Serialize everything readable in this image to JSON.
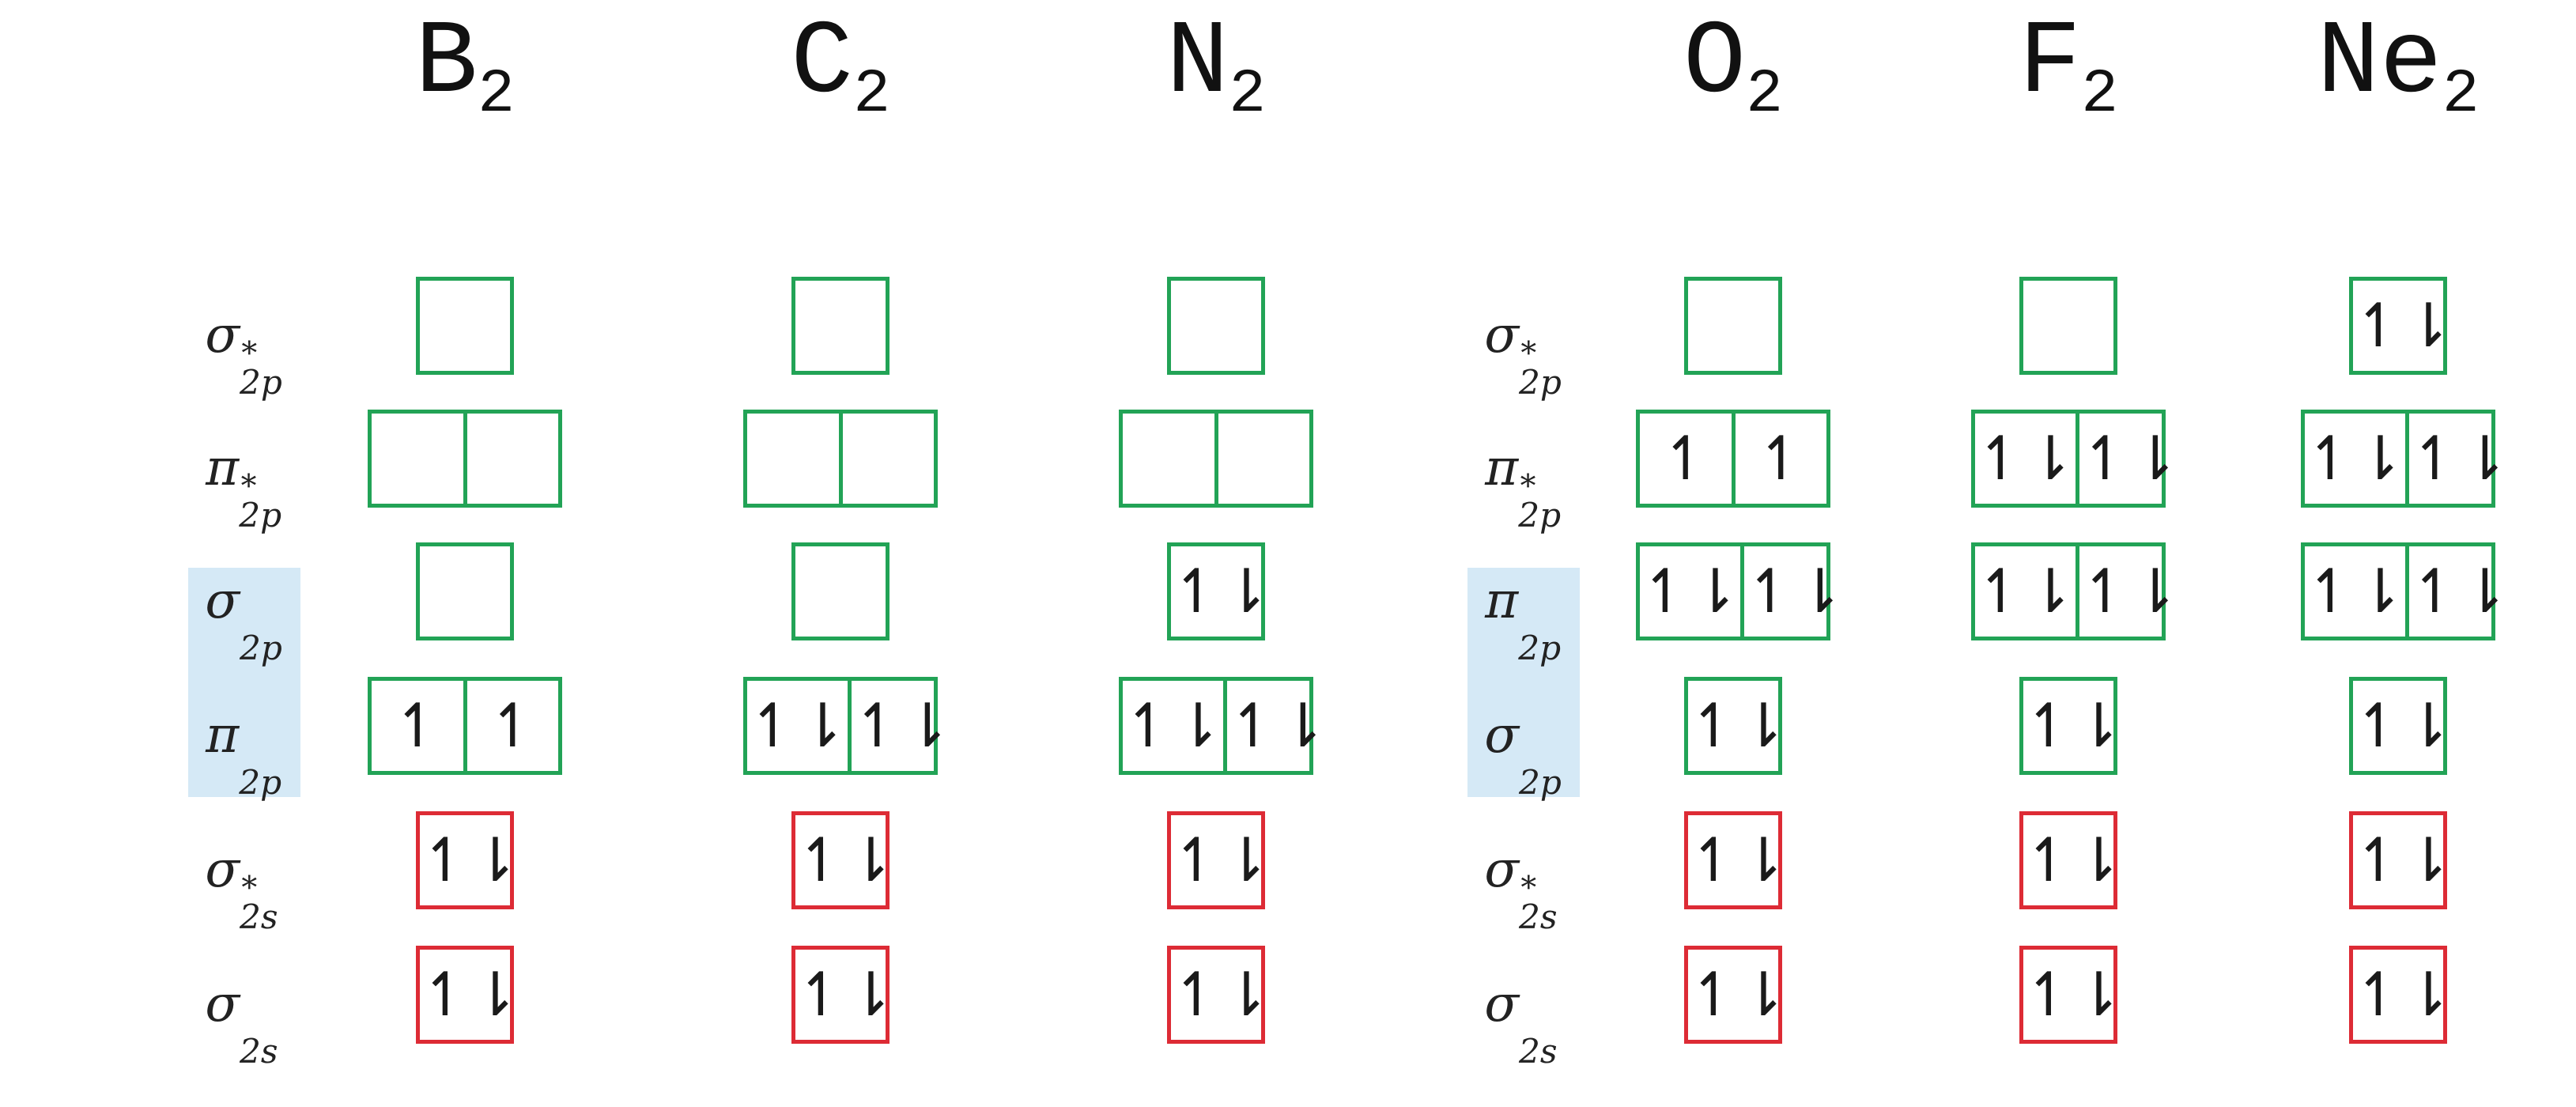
{
  "molecules_left": [
    {
      "symbol": "B",
      "sub": "2",
      "levels": [
        {
          "cells": [
            ""
          ]
        },
        {
          "cells": [
            "",
            ""
          ]
        },
        {
          "cells": [
            ""
          ]
        },
        {
          "cells": [
            "↿",
            "↿"
          ]
        },
        {
          "cells": [
            "↿⇂"
          ]
        },
        {
          "cells": [
            "↿⇂"
          ]
        }
      ]
    },
    {
      "symbol": "C",
      "sub": "2",
      "levels": [
        {
          "cells": [
            ""
          ]
        },
        {
          "cells": [
            "",
            ""
          ]
        },
        {
          "cells": [
            ""
          ]
        },
        {
          "cells": [
            "↿⇂",
            "↿⇂"
          ]
        },
        {
          "cells": [
            "↿⇂"
          ]
        },
        {
          "cells": [
            "↿⇂"
          ]
        }
      ]
    },
    {
      "symbol": "N",
      "sub": "2",
      "levels": [
        {
          "cells": [
            ""
          ]
        },
        {
          "cells": [
            "",
            ""
          ]
        },
        {
          "cells": [
            "↿⇂"
          ]
        },
        {
          "cells": [
            "↿⇂",
            "↿⇂"
          ]
        },
        {
          "cells": [
            "↿⇂"
          ]
        },
        {
          "cells": [
            "↿⇂"
          ]
        }
      ]
    }
  ],
  "molecules_right": [
    {
      "symbol": "O",
      "sub": "2",
      "levels": [
        {
          "cells": [
            ""
          ]
        },
        {
          "cells": [
            "↿",
            "↿"
          ]
        },
        {
          "cells": [
            "↿⇂",
            "↿⇂"
          ]
        },
        {
          "cells": [
            "↿⇂"
          ]
        },
        {
          "cells": [
            "↿⇂"
          ]
        },
        {
          "cells": [
            "↿⇂"
          ]
        }
      ]
    },
    {
      "symbol": "F",
      "sub": "2",
      "levels": [
        {
          "cells": [
            ""
          ]
        },
        {
          "cells": [
            "↿⇂",
            "↿⇂"
          ]
        },
        {
          "cells": [
            "↿⇂",
            "↿⇂"
          ]
        },
        {
          "cells": [
            "↿⇂"
          ]
        },
        {
          "cells": [
            "↿⇂"
          ]
        },
        {
          "cells": [
            "↿⇂"
          ]
        }
      ]
    },
    {
      "symbol": "Ne",
      "sub": "2",
      "levels": [
        {
          "cells": [
            "↿⇂"
          ]
        },
        {
          "cells": [
            "↿⇂",
            "↿⇂"
          ]
        },
        {
          "cells": [
            "↿⇂",
            "↿⇂"
          ]
        },
        {
          "cells": [
            "↿⇂"
          ]
        },
        {
          "cells": [
            "↿⇂"
          ]
        },
        {
          "cells": [
            "↿⇂"
          ]
        }
      ]
    }
  ],
  "labels_left": [
    {
      "sym": "σ",
      "star": "*",
      "sub": "2p"
    },
    {
      "sym": "π",
      "star": "*",
      "sub": "2p"
    },
    {
      "sym": "σ",
      "star": "",
      "sub": "2p"
    },
    {
      "sym": "π",
      "star": "",
      "sub": "2p"
    },
    {
      "sym": "σ",
      "star": "*",
      "sub": "2s"
    },
    {
      "sym": "σ",
      "star": "",
      "sub": "2s"
    }
  ],
  "labels_right": [
    {
      "sym": "σ",
      "star": "*",
      "sub": "2p"
    },
    {
      "sym": "π",
      "star": "*",
      "sub": "2p"
    },
    {
      "sym": "π",
      "star": "",
      "sub": "2p"
    },
    {
      "sym": "σ",
      "star": "",
      "sub": "2p"
    },
    {
      "sym": "σ",
      "star": "*",
      "sub": "2s"
    },
    {
      "sym": "σ",
      "star": "",
      "sub": "2s"
    }
  ],
  "colors": {
    "p_orbital_border": "#22a356",
    "s_orbital_border": "#dd2b35",
    "highlight": "#d5e9f6"
  }
}
